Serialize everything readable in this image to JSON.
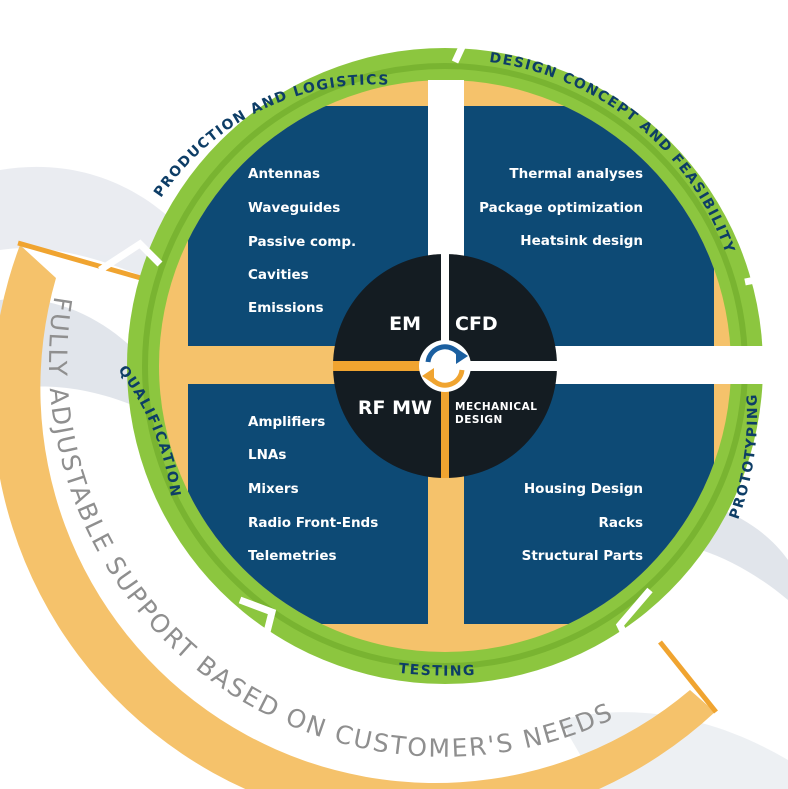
{
  "colors": {
    "green": "#8cc63f",
    "green_dark": "#6ea82a",
    "navy": "#0d4a75",
    "core": "#141c22",
    "orange": "#f5c26b",
    "orange_line": "#f0a430",
    "label_dark": "#0d3d66",
    "grey_text": "#8f8f8f"
  },
  "cycle": {
    "stages": [
      {
        "id": "production",
        "label": "PRODUCTION AND LOGISTICS"
      },
      {
        "id": "design",
        "label": "DESIGN CONCEPT AND FEASIBILITY"
      },
      {
        "id": "prototyping",
        "label": "PROTOTYPING"
      },
      {
        "id": "testing",
        "label": "TESTING"
      },
      {
        "id": "qualification",
        "label": "QUALIFICATION"
      }
    ]
  },
  "support_arc": {
    "label": "FULLY ADJUSTABLE SUPPORT BASED ON CUSTOMER'S NEEDS"
  },
  "quadrants": {
    "em": {
      "items": [
        "Antennas",
        "Waveguides",
        "Passive comp.",
        "Cavities",
        "Emissions"
      ]
    },
    "cfd": {
      "items": [
        "Thermal analyses",
        "Package optimization",
        "Heatsink design"
      ]
    },
    "rf_mw": {
      "items": [
        "Amplifiers",
        "LNAs",
        "Mixers",
        "Radio Front-Ends",
        "Telemetries"
      ]
    },
    "mechanical": {
      "items": [
        "Housing Design",
        "Racks",
        "Structural Parts"
      ]
    }
  },
  "core": {
    "em": "EM",
    "cfd": "CFD",
    "rf_mw": "RF MW",
    "mechanical_line1": "MECHANICAL",
    "mechanical_line2": "DESIGN",
    "center_icon": "sync-arrows-icon"
  }
}
